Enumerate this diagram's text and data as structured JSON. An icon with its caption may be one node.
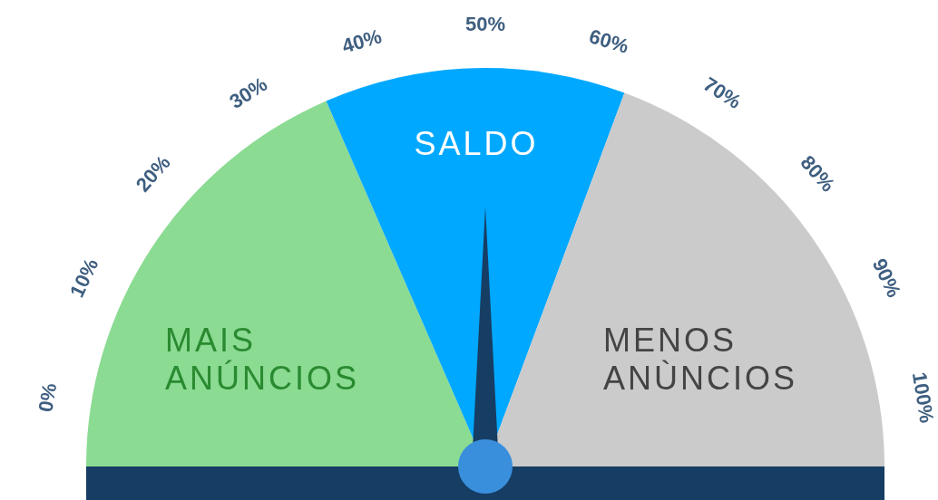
{
  "diagram": {
    "nodes": [
      {
        "text": [
          "MAIS ANÚNCIOS"
        ]
      },
      {
        "text": [
          "SALDO"
        ]
      },
      {
        "text": [
          "MENOS ANÙNCIOS"
        ]
      }
    ],
    "labels": [
      "0%",
      "10%",
      "20%",
      "30%",
      "40%",
      "50%",
      "60%",
      "70%",
      "80%",
      "90%",
      "100%"
    ]
  }
}
